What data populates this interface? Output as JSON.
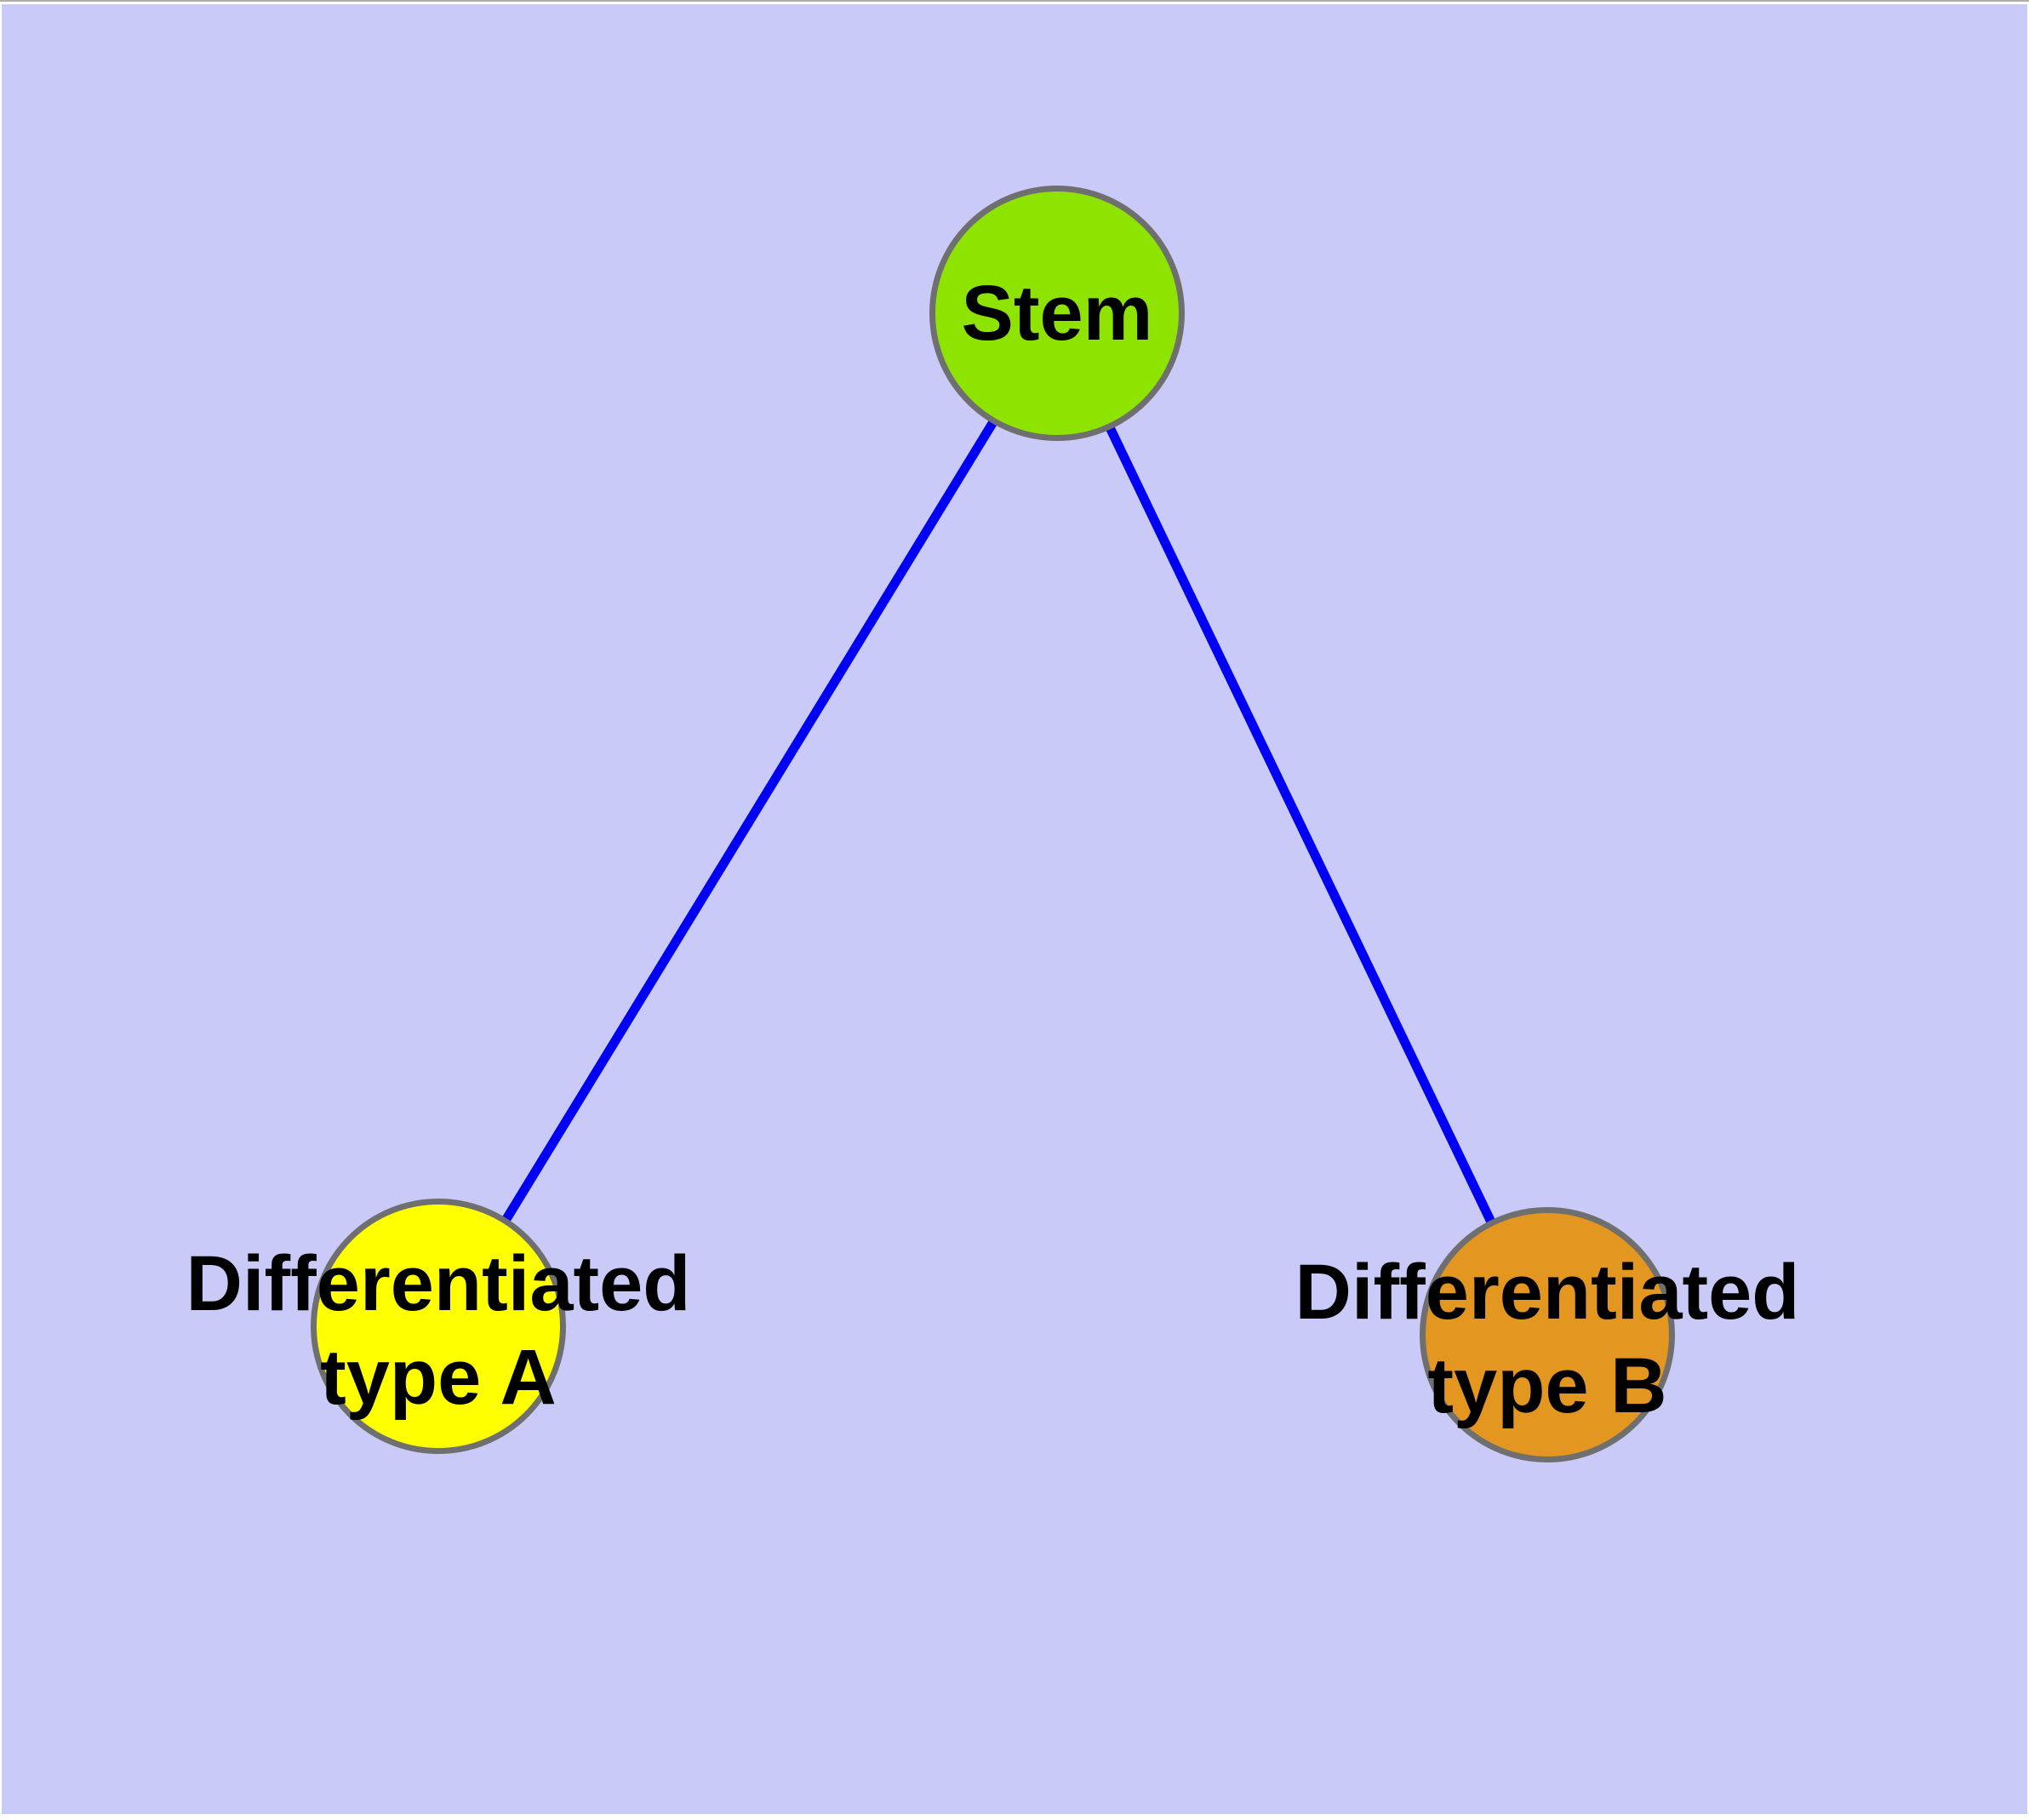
{
  "diagram": {
    "title": "",
    "background_color": "#CACAF9",
    "node_border_color": "#6F6F6F",
    "edge_color": "#0000F2",
    "label_color": "#000000",
    "nodes": [
      {
        "id": "stem",
        "label": "Stem",
        "fill": "#8EE400"
      },
      {
        "id": "type-a",
        "label": "Differentiated\ntype A",
        "fill": "#FFFF00"
      },
      {
        "id": "type-b",
        "label": "Differentiated\ntype B",
        "fill": "#E39620"
      }
    ],
    "edges": [
      {
        "from": "Stem",
        "to": "Differentiated type A"
      },
      {
        "from": "Stem",
        "to": "Differentiated type B"
      }
    ]
  }
}
